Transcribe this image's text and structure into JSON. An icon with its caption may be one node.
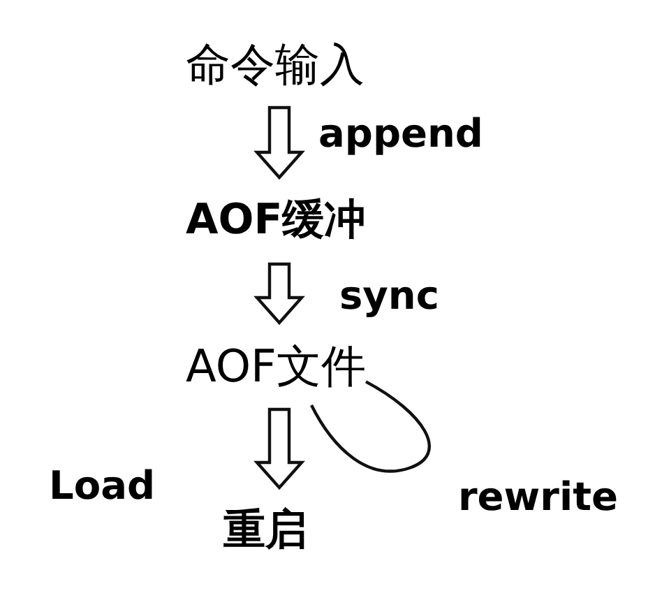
{
  "diagram": {
    "nodes": [
      {
        "text": [
          "命令输入"
        ]
      },
      {
        "text": [
          "AOF缓冲"
        ]
      },
      {
        "text": [
          "AOF文件"
        ]
      },
      {
        "text": [
          "重启"
        ]
      }
    ],
    "edges": [
      {
        "from": 0,
        "to": 1,
        "arrow": "to",
        "label": "append"
      },
      {
        "from": 1,
        "to": 2,
        "arrow": "to",
        "label": "sync"
      },
      {
        "from": 2,
        "to": 3,
        "arrow": "to"
      },
      {
        "from": 2,
        "to": 2,
        "arrow": "none"
      }
    ],
    "labels": [
      "Load",
      "rewrite"
    ]
  }
}
